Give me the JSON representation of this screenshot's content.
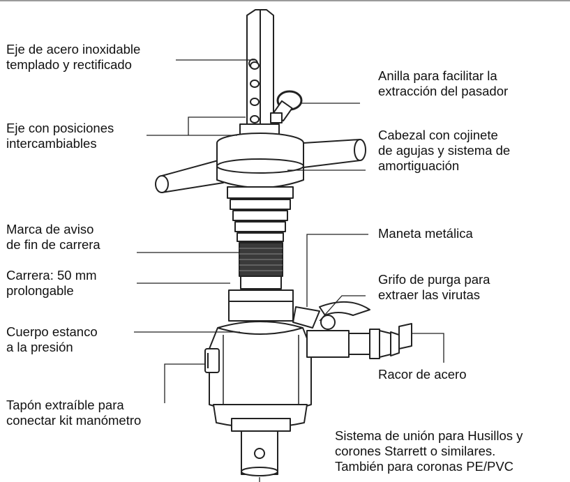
{
  "labels": {
    "shaft_steel": [
      "Eje de acero inoxidable",
      "templado y rectificado"
    ],
    "ring_pin": [
      "Anilla para facilitar la",
      "extracción del pasador"
    ],
    "shaft_positions": [
      "Eje con posiciones",
      "intercambiables"
    ],
    "head_bearing": [
      "Cabezal con cojinete",
      "de agujas y sistema de",
      "amortiguación"
    ],
    "end_mark": [
      "Marca de aviso",
      "de fin de carrera"
    ],
    "metal_handle": [
      "Maneta metálica"
    ],
    "stroke": [
      "Carrera: 50 mm",
      "prolongable"
    ],
    "purge_valve": [
      "Grifo de purga para",
      "extraer las virutas"
    ],
    "body_sealed": [
      "Cuerpo estanco",
      "a la presión"
    ],
    "steel_fitting": [
      "Racor de acero"
    ],
    "removable_plug": [
      "Tapón extraíble para",
      "conectar kit manómetro"
    ],
    "coupling_system": [
      "Sistema de unión para Husillos y",
      "corones Starrett o similares.",
      "También para coronas PE/PVC"
    ]
  },
  "colors": {
    "line": "#222222",
    "body_fill": "#ffffff",
    "thread_fill": "#3a3a3a",
    "divider": "#9a9a9a"
  }
}
